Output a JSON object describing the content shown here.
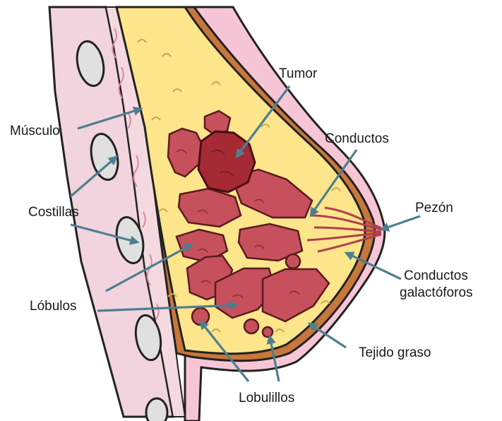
{
  "labels": {
    "tumor": "Tumor",
    "musculo": "Músculo",
    "conductos": "Conductos",
    "costillas": "Costillas",
    "pezon": "Pezón",
    "lobulos": "Lóbulos",
    "conductos_galactoforos_line1": "Conductos",
    "conductos_galactoforos_line2": "galactóforos",
    "tejido_graso": "Tejido graso",
    "lobulillos": "Lobulillos"
  },
  "colors": {
    "skin": "#f7c6d6",
    "chest_wall": "#f1d4dd",
    "rib": "#e0e0e0",
    "fat": "#fce58a",
    "fascia": "#c8773c",
    "lobule": "#c7505d",
    "tumor": "#a52a34",
    "arrow": "#4e7f90"
  }
}
